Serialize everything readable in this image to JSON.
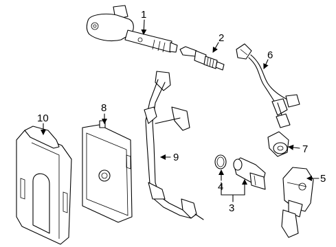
{
  "callouts": [
    {
      "id": "ignition-coil",
      "number": "1"
    },
    {
      "id": "spark-plug",
      "number": "2"
    },
    {
      "id": "camshaft-sensor-assy",
      "number": "3"
    },
    {
      "id": "o-ring",
      "number": "4"
    },
    {
      "id": "map-sensor",
      "number": "5"
    },
    {
      "id": "wire-harness",
      "number": "6"
    },
    {
      "id": "knock-sensor",
      "number": "7"
    },
    {
      "id": "ecm",
      "number": "8"
    },
    {
      "id": "ecm-bracket",
      "number": "9"
    },
    {
      "id": "ecm-cover",
      "number": "10"
    }
  ]
}
